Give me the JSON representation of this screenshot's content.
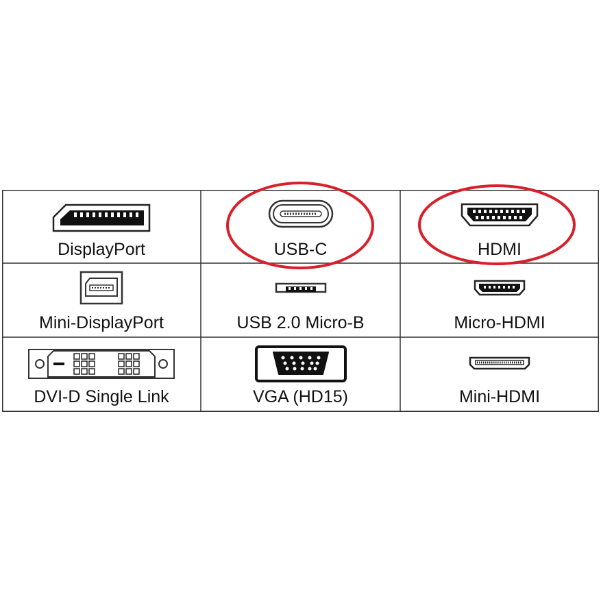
{
  "connectors": [
    {
      "id": "displayport",
      "label": "DisplayPort",
      "highlighted": false
    },
    {
      "id": "usb-c",
      "label": "USB-C",
      "highlighted": true
    },
    {
      "id": "hdmi",
      "label": "HDMI",
      "highlighted": true
    },
    {
      "id": "mini-displayport",
      "label": "Mini-DisplayPort",
      "highlighted": false
    },
    {
      "id": "usb-micro-b",
      "label": "USB 2.0 Micro-B",
      "highlighted": false
    },
    {
      "id": "micro-hdmi",
      "label": "Micro-HDMI",
      "highlighted": false
    },
    {
      "id": "dvi-d",
      "label": "DVI-D Single Link",
      "highlighted": false
    },
    {
      "id": "vga",
      "label": "VGA (HD15)",
      "highlighted": false
    },
    {
      "id": "mini-hdmi",
      "label": "Mini-HDMI",
      "highlighted": false
    }
  ],
  "colors": {
    "highlight": "#d8202a",
    "line": "#222222",
    "text": "#111111"
  }
}
